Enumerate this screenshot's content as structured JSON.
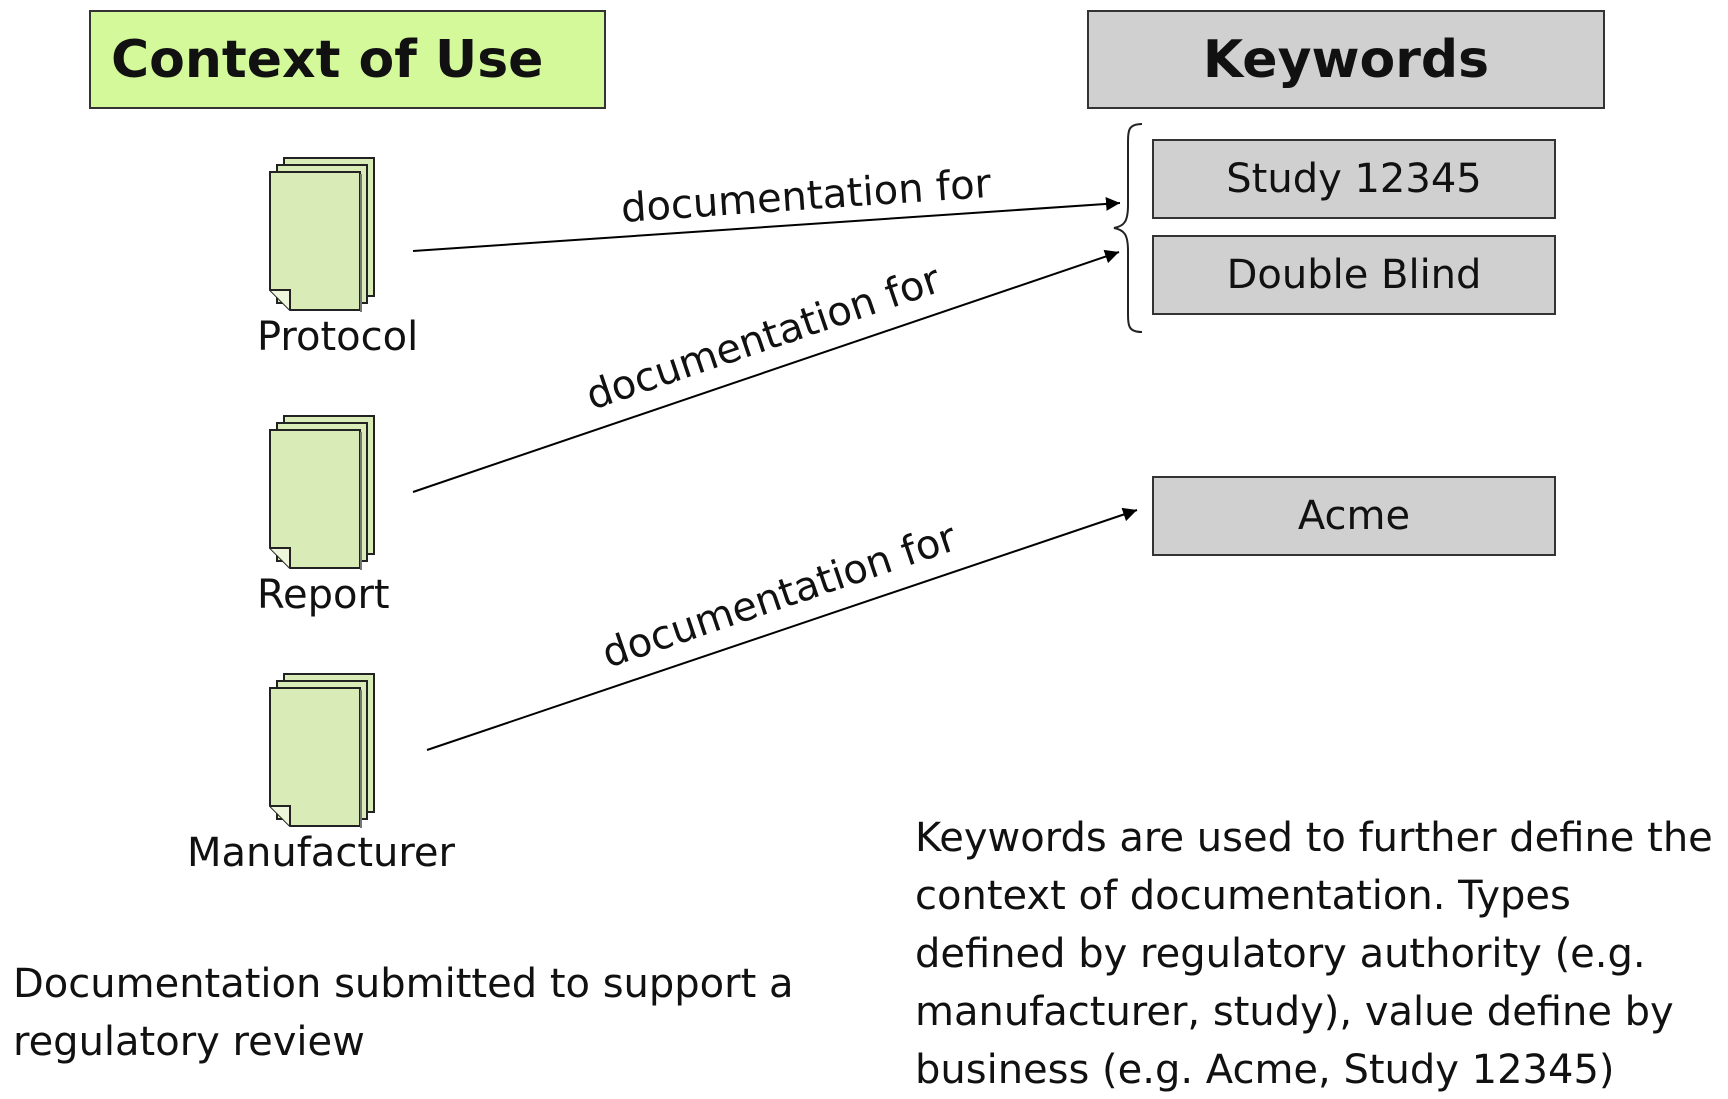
{
  "context_header": "Context of Use",
  "keywords_header": "Keywords",
  "documents": [
    {
      "label": "Protocol"
    },
    {
      "label": "Report"
    },
    {
      "label": "Manufacturer"
    }
  ],
  "keywords": [
    {
      "label": "Study 12345"
    },
    {
      "label": "Double Blind"
    },
    {
      "label": "Acme"
    }
  ],
  "edges": [
    {
      "label": "documentation for"
    },
    {
      "label": "documentation for"
    },
    {
      "label": "documentation for"
    }
  ],
  "left_description": "Documentation submitted to support a regulatory review",
  "right_description": "Keywords are used to further define the context of documentation. Types defined by regulatory authority (e.g. manufacturer, study), value define by business (e.g. Acme, Study 12345)",
  "colors": {
    "context_fill": "#d4f99a",
    "document_fill": "#d9ecb8",
    "keyword_fill": "#d0d0d0",
    "border": "#333333"
  },
  "icons": [
    "document-stack-icon",
    "arrow-head-icon",
    "brace-icon"
  ]
}
